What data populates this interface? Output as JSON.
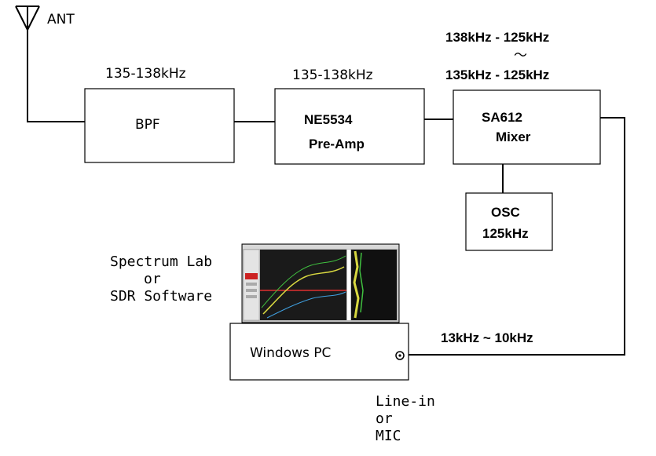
{
  "antenna": {
    "label": "ANT",
    "icon": "antenna-icon"
  },
  "blocks": {
    "bpf": {
      "title": "BPF",
      "freq": "135-138kHz"
    },
    "preamp": {
      "line1": "NE5534",
      "line2": "Pre-Amp",
      "freq": "135-138kHz"
    },
    "mixer": {
      "line1": "SA612",
      "line2": "Mixer",
      "freq_line1": "138kHz - 125kHz",
      "freq_sep": "〜",
      "freq_line2": "135kHz - 125kHz"
    },
    "osc": {
      "line1": "OSC",
      "line2": "125kHz"
    },
    "pc": {
      "label": "Windows PC",
      "software_line1": "Spectrum Lab",
      "software_line2": "or",
      "software_line3": "SDR Software"
    }
  },
  "output": {
    "freq": "13kHz ~ 10kHz",
    "input_line1": "Line-in",
    "input_line2": "or",
    "input_line3": "MIC"
  },
  "colors": {
    "line": "#000000",
    "background": "#ffffff",
    "waterfall_bg": "#1a1a1a",
    "window_frame": "#c0c0c0"
  }
}
